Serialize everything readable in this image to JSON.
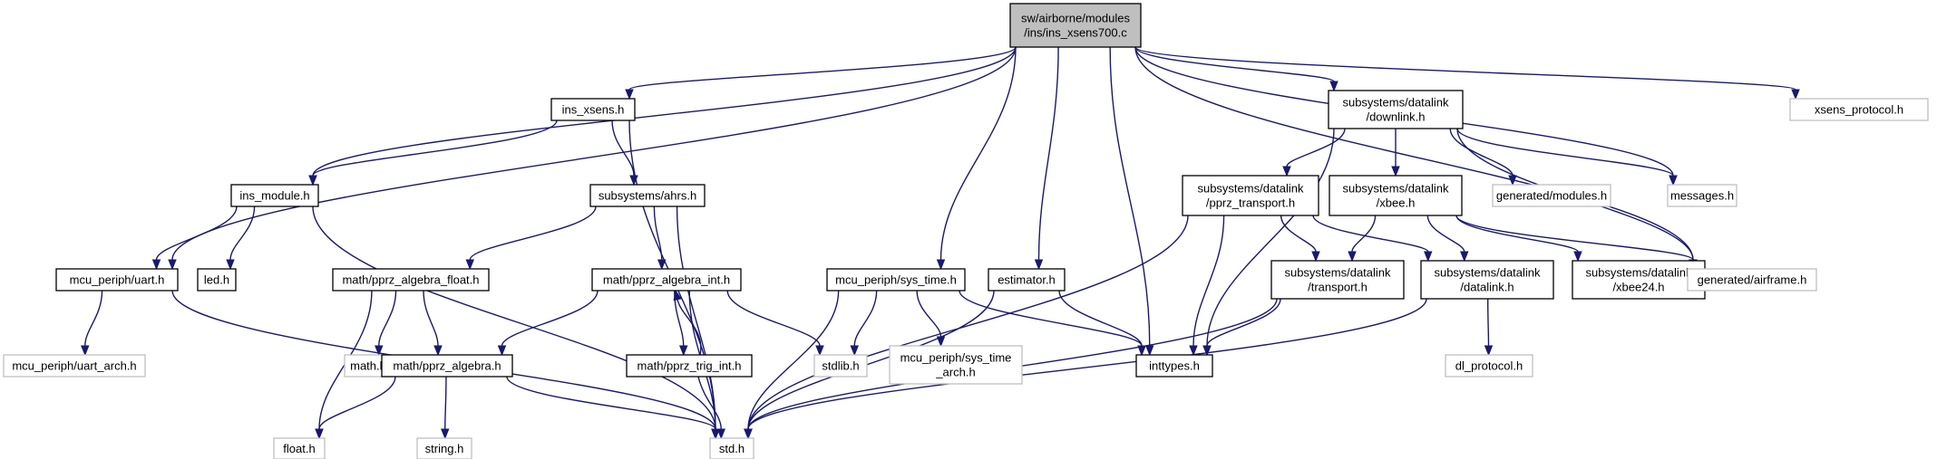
{
  "diagram": {
    "type": "include-dependency-graph",
    "colors": {
      "edge": "#191970",
      "root_fill": "#bfbfbf",
      "node_border": "#000000",
      "gray_border": "#bfbfbf"
    },
    "nodes": [
      {
        "id": "root",
        "lines": [
          "sw/airborne/modules",
          "/ins/ins_xsens700.c"
        ],
        "style": "root"
      },
      {
        "id": "ins_xsens",
        "lines": [
          "ins_xsens.h"
        ],
        "style": "dark"
      },
      {
        "id": "ins_module",
        "lines": [
          "ins_module.h"
        ],
        "style": "dark"
      },
      {
        "id": "mcu_uart",
        "lines": [
          "mcu_periph/uart.h"
        ],
        "style": "dark"
      },
      {
        "id": "uart_arch",
        "lines": [
          "mcu_periph/uart_arch.h"
        ],
        "style": "gray"
      },
      {
        "id": "led",
        "lines": [
          "led.h"
        ],
        "style": "dark"
      },
      {
        "id": "ahrs",
        "lines": [
          "subsystems/ahrs.h"
        ],
        "style": "dark"
      },
      {
        "id": "alg_float",
        "lines": [
          "math/pprz_algebra_float.h"
        ],
        "style": "dark"
      },
      {
        "id": "math",
        "lines": [
          "math.h"
        ],
        "style": "gray"
      },
      {
        "id": "alg",
        "lines": [
          "math/pprz_algebra.h"
        ],
        "style": "dark"
      },
      {
        "id": "float",
        "lines": [
          "float.h"
        ],
        "style": "gray"
      },
      {
        "id": "string",
        "lines": [
          "string.h"
        ],
        "style": "gray"
      },
      {
        "id": "std",
        "lines": [
          "std.h"
        ],
        "style": "gray"
      },
      {
        "id": "alg_int",
        "lines": [
          "math/pprz_algebra_int.h"
        ],
        "style": "dark"
      },
      {
        "id": "trig_int",
        "lines": [
          "math/pprz_trig_int.h"
        ],
        "style": "dark"
      },
      {
        "id": "stdlib",
        "lines": [
          "stdlib.h"
        ],
        "style": "gray"
      },
      {
        "id": "sys_time",
        "lines": [
          "mcu_periph/sys_time.h"
        ],
        "style": "dark"
      },
      {
        "id": "sys_time_arch",
        "lines": [
          "mcu_periph/sys_time",
          "_arch.h"
        ],
        "style": "gray"
      },
      {
        "id": "estimator",
        "lines": [
          "estimator.h"
        ],
        "style": "dark"
      },
      {
        "id": "inttypes",
        "lines": [
          "inttypes.h"
        ],
        "style": "dark"
      },
      {
        "id": "downlink",
        "lines": [
          "subsystems/datalink",
          "/downlink.h"
        ],
        "style": "dark"
      },
      {
        "id": "pprz_transport",
        "lines": [
          "subsystems/datalink",
          "/pprz_transport.h"
        ],
        "style": "dark"
      },
      {
        "id": "xbee",
        "lines": [
          "subsystems/datalink",
          "/xbee.h"
        ],
        "style": "dark"
      },
      {
        "id": "transport",
        "lines": [
          "subsystems/datalink",
          "/transport.h"
        ],
        "style": "dark"
      },
      {
        "id": "datalink",
        "lines": [
          "subsystems/datalink",
          "/datalink.h"
        ],
        "style": "dark"
      },
      {
        "id": "xbee24",
        "lines": [
          "subsystems/datalink",
          "/xbee24.h"
        ],
        "style": "dark"
      },
      {
        "id": "dl_protocol",
        "lines": [
          "dl_protocol.h"
        ],
        "style": "gray"
      },
      {
        "id": "gen_modules",
        "lines": [
          "generated/modules.h"
        ],
        "style": "gray"
      },
      {
        "id": "messages",
        "lines": [
          "messages.h"
        ],
        "style": "gray"
      },
      {
        "id": "gen_airframe",
        "lines": [
          "generated/airframe.h"
        ],
        "style": "gray"
      },
      {
        "id": "xsens_protocol",
        "lines": [
          "xsens_protocol.h"
        ],
        "style": "gray"
      }
    ],
    "edges": [
      [
        "root",
        "ins_xsens"
      ],
      [
        "root",
        "ins_module"
      ],
      [
        "root",
        "mcu_uart"
      ],
      [
        "root",
        "sys_time"
      ],
      [
        "root",
        "estimator"
      ],
      [
        "root",
        "inttypes"
      ],
      [
        "root",
        "downlink"
      ],
      [
        "root",
        "messages"
      ],
      [
        "root",
        "gen_airframe"
      ],
      [
        "root",
        "xsens_protocol"
      ],
      [
        "ins_xsens",
        "ins_module"
      ],
      [
        "ins_xsens",
        "ahrs"
      ],
      [
        "ins_xsens",
        "std"
      ],
      [
        "ins_module",
        "mcu_uart"
      ],
      [
        "ins_module",
        "led"
      ],
      [
        "ins_module",
        "std"
      ],
      [
        "mcu_uart",
        "uart_arch"
      ],
      [
        "mcu_uart",
        "std"
      ],
      [
        "ahrs",
        "alg_float"
      ],
      [
        "ahrs",
        "alg_int"
      ],
      [
        "ahrs",
        "std"
      ],
      [
        "alg_float",
        "math"
      ],
      [
        "alg_float",
        "alg"
      ],
      [
        "alg_float",
        "float"
      ],
      [
        "alg",
        "float"
      ],
      [
        "alg",
        "string"
      ],
      [
        "alg",
        "std"
      ],
      [
        "alg_int",
        "alg"
      ],
      [
        "alg_int",
        "trig_int"
      ],
      [
        "alg_int",
        "stdlib"
      ],
      [
        "alg_int",
        "std"
      ],
      [
        "trig_int",
        "alg_int"
      ],
      [
        "trig_int",
        "std"
      ],
      [
        "sys_time",
        "stdlib"
      ],
      [
        "sys_time",
        "sys_time_arch"
      ],
      [
        "sys_time",
        "inttypes"
      ],
      [
        "sys_time",
        "std"
      ],
      [
        "estimator",
        "inttypes"
      ],
      [
        "estimator",
        "std"
      ],
      [
        "downlink",
        "pprz_transport"
      ],
      [
        "downlink",
        "xbee"
      ],
      [
        "downlink",
        "gen_modules"
      ],
      [
        "downlink",
        "messages"
      ],
      [
        "downlink",
        "gen_airframe"
      ],
      [
        "downlink",
        "inttypes"
      ],
      [
        "pprz_transport",
        "transport"
      ],
      [
        "pprz_transport",
        "datalink"
      ],
      [
        "pprz_transport",
        "inttypes"
      ],
      [
        "pprz_transport",
        "std"
      ],
      [
        "xbee",
        "transport"
      ],
      [
        "xbee",
        "datalink"
      ],
      [
        "xbee",
        "xbee24"
      ],
      [
        "xbee",
        "gen_airframe"
      ],
      [
        "transport",
        "inttypes"
      ],
      [
        "transport",
        "std"
      ],
      [
        "datalink",
        "dl_protocol"
      ],
      [
        "datalink",
        "std"
      ]
    ]
  }
}
